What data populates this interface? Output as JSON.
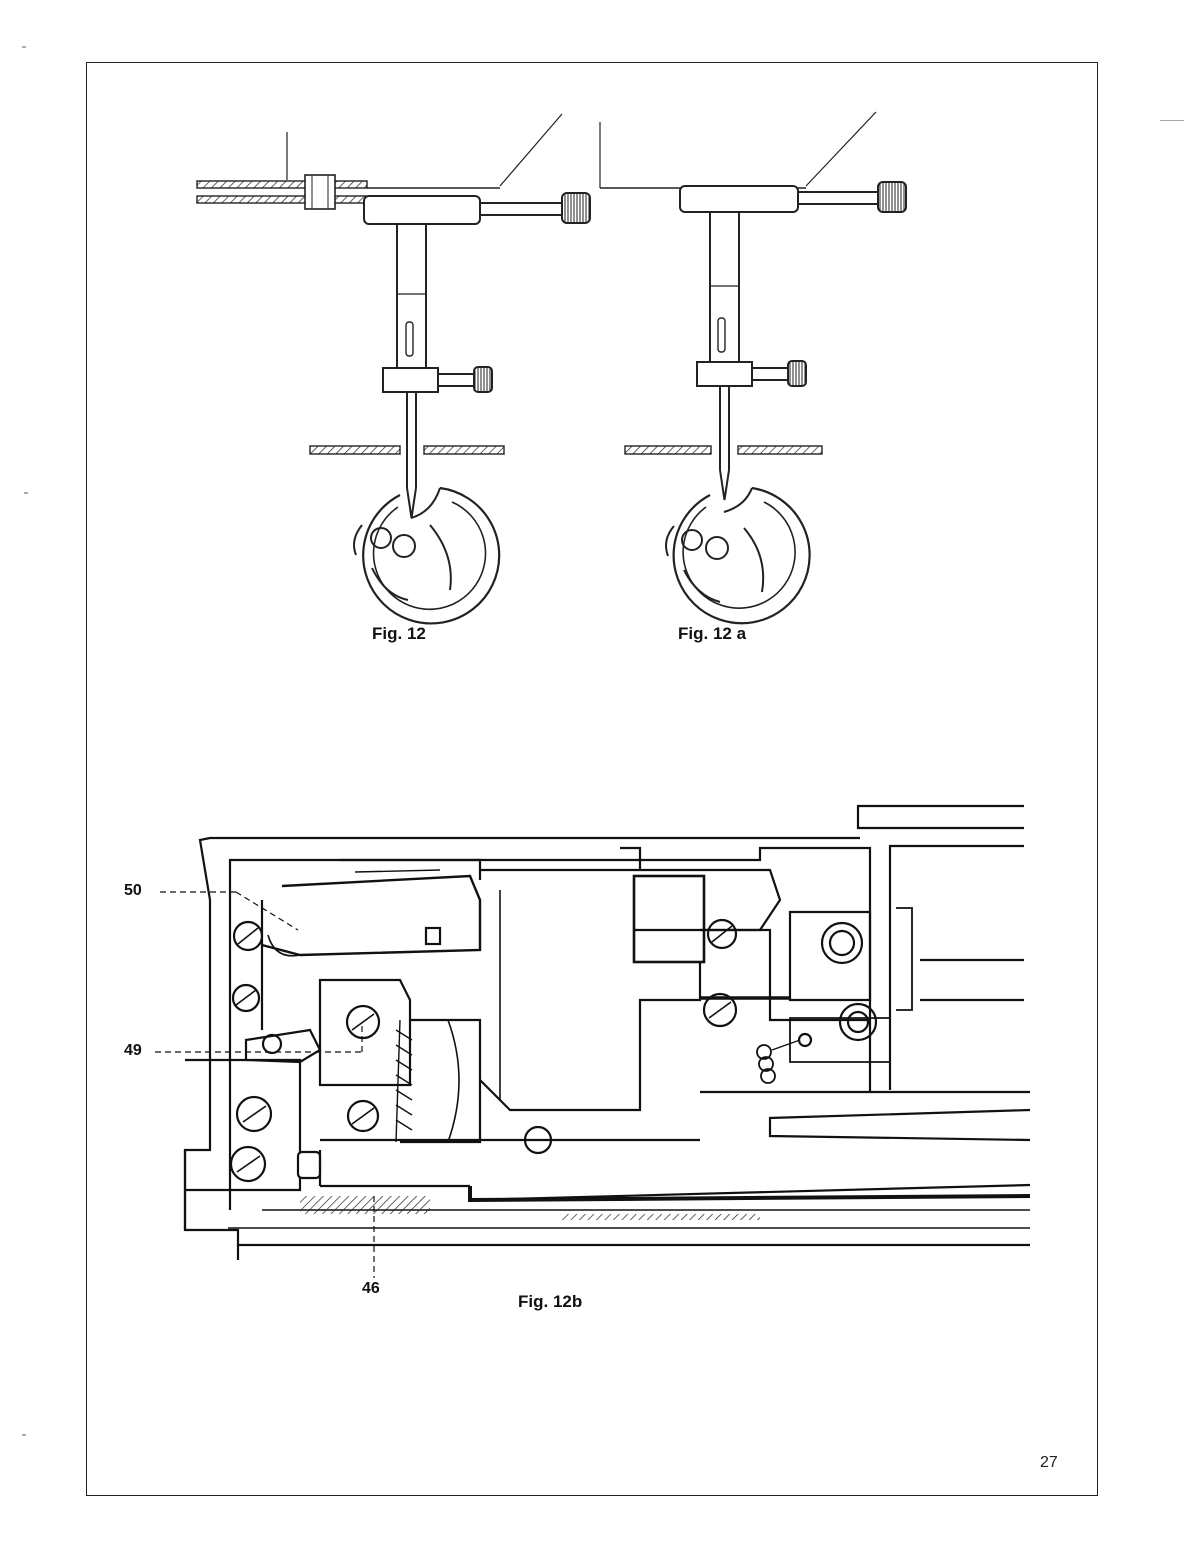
{
  "figures": {
    "fig12": {
      "caption": "Fig. 12"
    },
    "fig12a": {
      "caption": "Fig. 12 a"
    },
    "fig12b": {
      "caption": "Fig. 12b",
      "callouts": {
        "c50": "50",
        "c49": "49",
        "c46": "46"
      }
    }
  },
  "page_number": "27"
}
